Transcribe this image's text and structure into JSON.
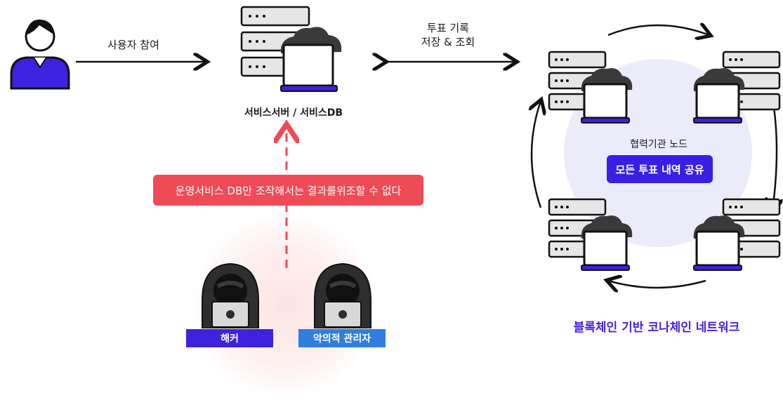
{
  "diagram": {
    "user_participation": "사용자 참여",
    "vote_record": {
      "line1": "투표 기록",
      "line2": "저장 & 조회"
    },
    "server_label": "서비스서버 / 서비스DB",
    "warning": "운영서비스 DB만 조작해서는 결과를위조할 수 없다",
    "node_label": "협력기관 노드",
    "share_badge": "모든 투표 내역 공유",
    "network_caption": "블록체인 기반 코나체인 네트워크",
    "hacker_label": "해커",
    "admin_label": "악의적 관리자"
  },
  "colors": {
    "user_body": "#3d22e0",
    "accent_purple": "#3b1ee6",
    "warning_red": "#ef4b57",
    "hacker_desk": "#3d22e0",
    "admin_desk": "#2f7ee0",
    "server_gray": "#e6e6e6",
    "cloud_dark": "#3a3a3a"
  },
  "icons": [
    "user-icon",
    "server-icon",
    "hacker-icon",
    "admin-icon",
    "arrow-icon"
  ]
}
